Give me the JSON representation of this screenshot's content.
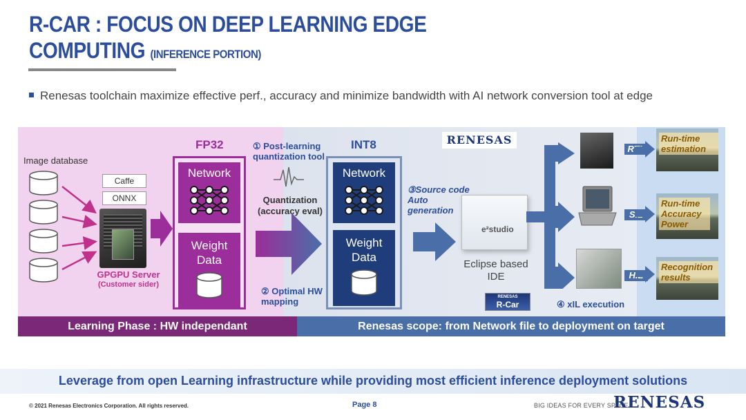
{
  "title": {
    "line1": "R-CAR : FOCUS ON DEEP LEARNING EDGE",
    "line2": "COMPUTING",
    "line2_small": "(INFERENCE PORTION)"
  },
  "bullet": "Renesas toolchain maximize effective perf., accuracy and minimize bandwidth with AI network conversion tool at edge",
  "left": {
    "image_db_label": "Image database",
    "formats": [
      "Caffe",
      "ONNX"
    ],
    "server_label": "GPGPU Server",
    "server_sub": "(Customer sider)"
  },
  "fp32": {
    "title": "FP32",
    "network": "Network",
    "weight": "Weight Data"
  },
  "int8": {
    "title": "INT8",
    "network": "Network",
    "weight": "Weight Data"
  },
  "steps": {
    "s1": "① Post-learning quantization tool",
    "quant": "Quantization (accuracy eval)",
    "s2": "② Optimal HW mapping",
    "s3": "③Source code Auto generation",
    "s4": "④ xIL execution"
  },
  "ide": {
    "screen_text": "e²studio",
    "label": "Eclipse based IDE",
    "rcar_top": "RENESAS",
    "rcar_main": "R-Car"
  },
  "logo_text": "RENESAS",
  "targets": [
    {
      "tag": "RTL",
      "result": "Run-time estimation"
    },
    {
      "tag": "SIL",
      "result": "Run-time Accuracy Power"
    },
    {
      "tag": "HIL",
      "result": "Recognition results"
    }
  ],
  "phases": {
    "left": "Learning Phase : HW independant",
    "right": "Renesas scope: from Network file to deployment on target"
  },
  "bottom": "Leverage from open Learning infrastructure while providing most efficient inference deployment solutions",
  "footer": {
    "copyright": "© 2021 Renesas Electronics Corporation. All rights reserved.",
    "page": "Page 8",
    "tagline": "BIG IDEAS FOR EVERY SPACE",
    "logo": "RENESAS"
  },
  "colors": {
    "accent": "#2b4d9c",
    "purple": "#9b2e9a",
    "dark_purple": "#7a2877",
    "navy": "#1f3d7a",
    "phase_blue": "#4a6fa8"
  }
}
